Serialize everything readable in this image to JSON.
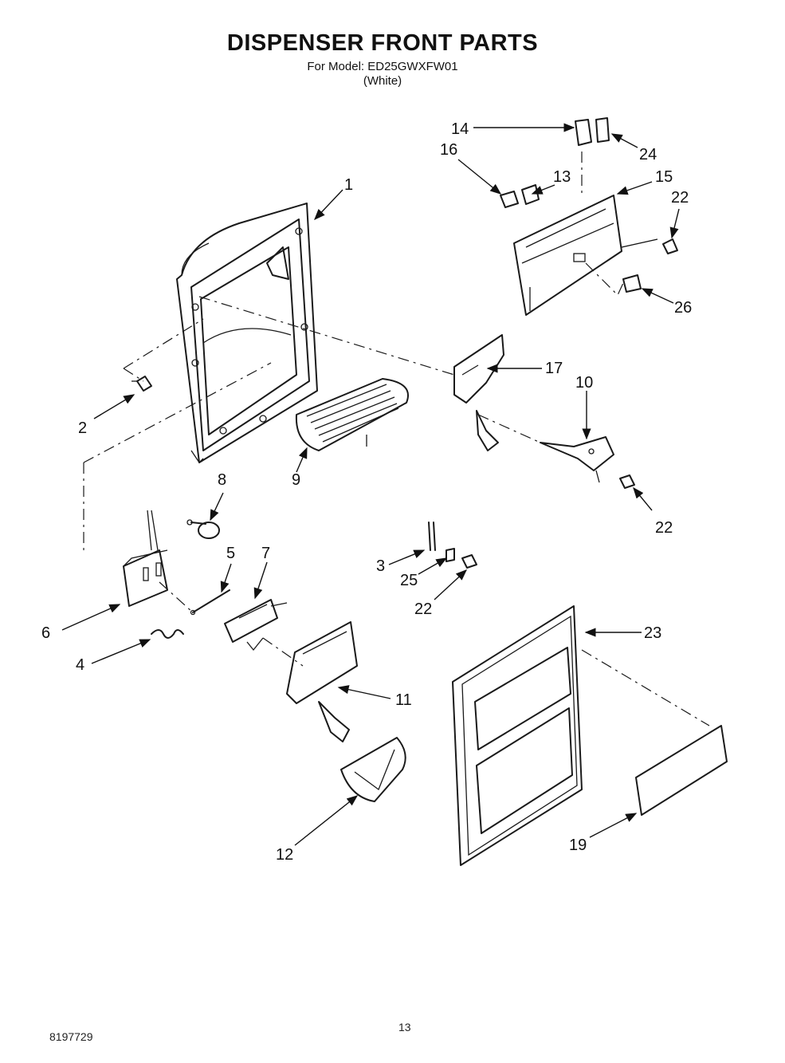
{
  "header": {
    "title": "DISPENSER FRONT PARTS",
    "model_line": "For Model: ED25GWXFW01",
    "color_line": "(White)"
  },
  "callouts": {
    "c1": "1",
    "c2": "2",
    "c3": "3",
    "c4": "4",
    "c5": "5",
    "c6": "6",
    "c7": "7",
    "c8": "8",
    "c9": "9",
    "c10": "10",
    "c11": "11",
    "c12": "12",
    "c13": "13",
    "c14": "14",
    "c15": "15",
    "c16": "16",
    "c17": "17",
    "c19": "19",
    "c22a": "22",
    "c22b": "22",
    "c22c": "22",
    "c23": "23",
    "c24": "24",
    "c25": "25",
    "c26": "26"
  },
  "footer": {
    "doc_number": "8197729",
    "page_number": "13"
  }
}
